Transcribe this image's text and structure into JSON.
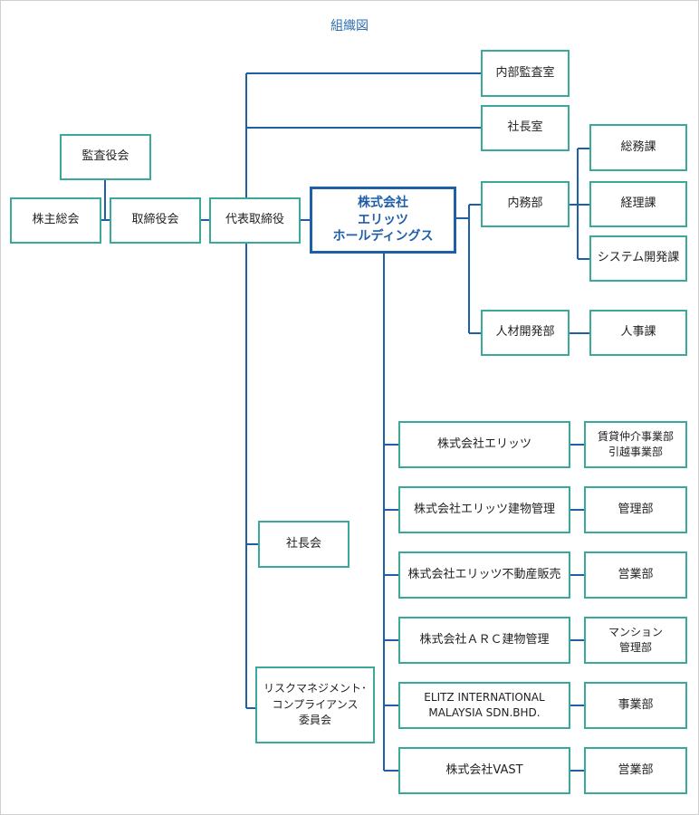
{
  "title": "組織図",
  "nodes": {
    "shareholders": "株主総会",
    "auditors": "監査役会",
    "board": "取締役会",
    "ceo": "代表取締役",
    "holdings": "株式会社\nエリッツ\nホールディングス",
    "internal_audit": "内部監査室",
    "president_office": "社長室",
    "general_affairs_dept": "内務部",
    "general_affairs_sec": "総務課",
    "accounting_sec": "経理課",
    "system_dev_sec": "システム開発課",
    "hr_dev_dept": "人材開発部",
    "personnel_sec": "人事課",
    "presidents_council": "社長会",
    "risk_committee": "リスクマネジメント･\nコンプライアンス\n委員会"
  },
  "subsidiaries": [
    {
      "name": "株式会社エリッツ",
      "dept": "賃貸仲介事業部\n引越事業部"
    },
    {
      "name": "株式会社エリッツ建物管理",
      "dept": "管理部"
    },
    {
      "name": "株式会社エリッツ不動産販売",
      "dept": "営業部"
    },
    {
      "name": "株式会社ＡＲＣ建物管理",
      "dept": "マンション\n管理部"
    },
    {
      "name": "ELITZ INTERNATIONAL\nMALAYSIA SDN.BHD.",
      "dept": "事業部"
    },
    {
      "name": "株式会社VAST",
      "dept": "営業部"
    }
  ],
  "colors": {
    "line": "#1f5fa8",
    "box_border": "#3aa99c",
    "main_border": "#1f5fa8",
    "title": "#2f6fb0"
  }
}
